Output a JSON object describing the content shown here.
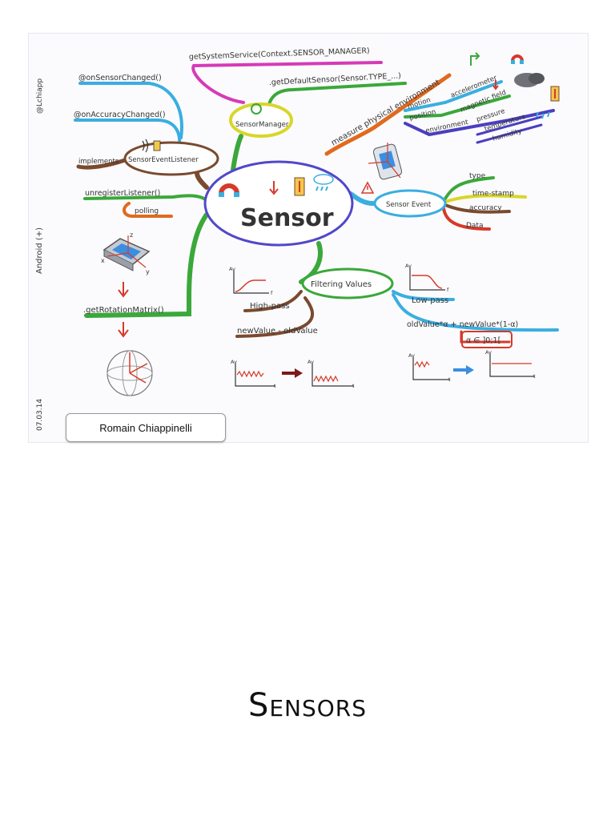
{
  "mindmap": {
    "center": "Sensor",
    "signature": "@Lchiapp",
    "side_label": "Android (+)",
    "date": "07.03.14",
    "top": {
      "get_system_service": "getSystemService(Context.SENSOR_MANAGER)",
      "get_default_sensor": ".getDefaultSensor(Sensor.TYPE_...)",
      "sensor_manager": "SensorManager"
    },
    "listener": {
      "on_sensor_changed": "@onSensorChanged()",
      "on_accuracy_changed": "@onAccuracyChanged()",
      "implements": "implements",
      "sensor_event_listener": "SensorEventListener",
      "unregister_listener": "unregisterListener()",
      "polling": "polling"
    },
    "rotation": {
      "get_rotation_matrix": ".getRotationMatrix()",
      "axis_x": "x",
      "axis_y": "y",
      "axis_z": "z"
    },
    "environment": {
      "measure": "measure physical environment",
      "motion": "motion",
      "position": "position",
      "environment": "environment",
      "accelerometer": "accelerometer",
      "magnetic_field": "magnetic field",
      "pressure": "pressure",
      "temperature": "temperature",
      "humidity": "humidity"
    },
    "event": {
      "sensor_event": "Sensor Event",
      "type": "type",
      "time_stamp": "time-stamp",
      "accuracy": "accuracy",
      "data": "Data"
    },
    "filtering": {
      "filtering_values": "Filtering Values",
      "high_pass": "High-pass",
      "new_minus_old": "newValue - oldValue",
      "low_pass": "Low-pass",
      "low_pass_formula": "oldValue*α + newValue*(1-α)",
      "alpha_range": "α ∈ ]0;1[",
      "axis_av": "Av",
      "axis_f": "f",
      "axis_t": "t"
    }
  },
  "credit": "Romain Chiappinelli",
  "page_title": "Sensors",
  "colors": {
    "center_outline": "#5148c9",
    "branch_green": "#3aa83a",
    "branch_brown": "#7a4a2e",
    "branch_blue": "#3aaee0",
    "branch_purple": "#4a3fc0",
    "branch_pink": "#d63ab8",
    "branch_orange": "#e06a1e",
    "branch_yellow": "#d8d62a",
    "branch_red": "#d63a2a"
  }
}
